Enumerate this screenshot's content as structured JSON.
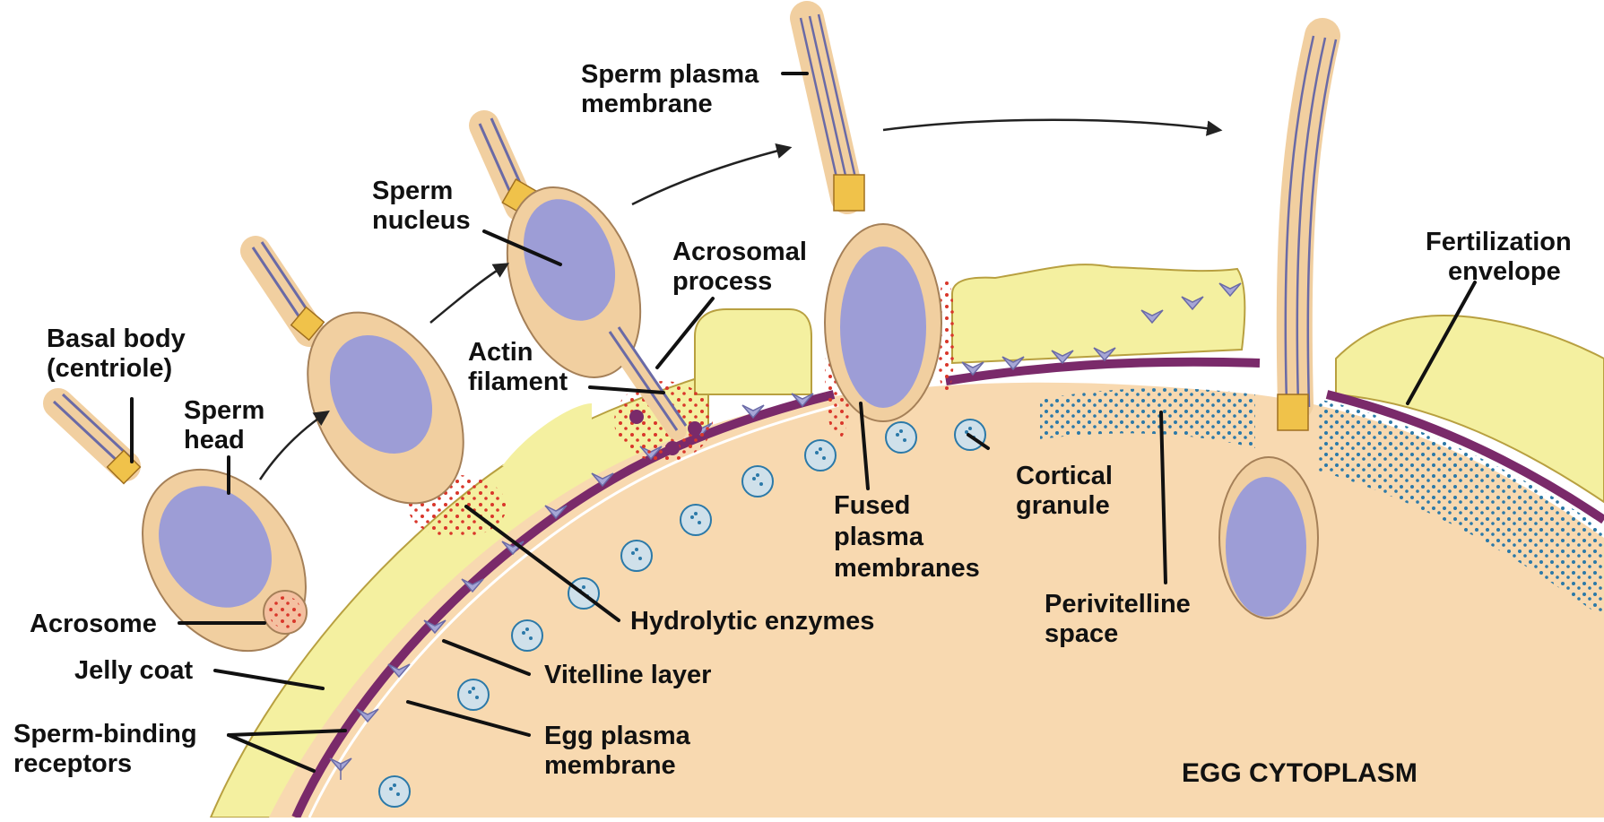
{
  "labels": {
    "basal_body_1": "Basal body",
    "basal_body_2": "(centriole)",
    "sperm_head_1": "Sperm",
    "sperm_head_2": "head",
    "acrosome": "Acrosome",
    "jelly_coat": "Jelly coat",
    "sperm_binding_1": "Sperm-binding",
    "sperm_binding_2": "receptors",
    "sperm_nucleus_1": "Sperm",
    "sperm_nucleus_2": "nucleus",
    "acrosomal_process_1": "Acrosomal",
    "acrosomal_process_2": "process",
    "actin_filament_1": "Actin",
    "actin_filament_2": "filament",
    "sperm_plasma_membrane_1": "Sperm plasma",
    "sperm_plasma_membrane_2": "membrane",
    "hydrolytic_enzymes": "Hydrolytic enzymes",
    "vitelline_layer": "Vitelline layer",
    "egg_plasma_membrane_1": "Egg plasma",
    "egg_plasma_membrane_2": "membrane",
    "fused_plasma_membranes_1": "Fused",
    "fused_plasma_membranes_2": "plasma",
    "fused_plasma_membranes_3": "membranes",
    "cortical_granule_1": "Cortical",
    "cortical_granule_2": "granule",
    "perivitelline_space_1": "Perivitelline",
    "perivitelline_space_2": "space",
    "fertilization_envelope_1": "Fertilization",
    "fertilization_envelope_2": "envelope",
    "egg_cytoplasm": "EGG CYTOPLASM"
  },
  "colors": {
    "cytoplasm": "#f8d9b0",
    "jelly_coat": "#f4f0a0",
    "vitelline": "#7a2a6a",
    "sperm_body": "#f1cfa0",
    "nucleus": "#9d9dd6",
    "enzyme_dots": "#d9362a",
    "granule_dots": "#2b79a8",
    "receptor": "#a6a6d6",
    "centriole": "#f0c24a"
  }
}
